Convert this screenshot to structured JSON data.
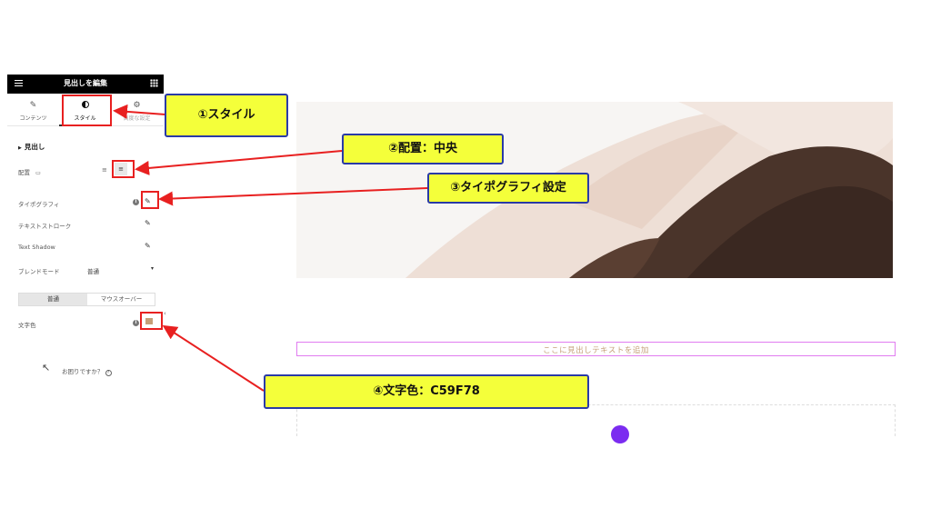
{
  "panel": {
    "title": "見出しを編集",
    "tabs": [
      {
        "label": "コンテンツ",
        "icon": "pencil-icon",
        "active": false
      },
      {
        "label": "スタイル",
        "icon": "half-circle-icon",
        "active": true
      },
      {
        "label": "高度な設定",
        "icon": "gear-icon",
        "active": false
      }
    ],
    "section_title": "見出し",
    "align_label": "配置",
    "typography_label": "タイポグラフィ",
    "text_stroke_label": "テキストストローク",
    "text_shadow_label": "Text Shadow",
    "blend_mode_label": "ブレンドモード",
    "blend_mode_value": "普通",
    "state_tabs": [
      "普通",
      "マウスオーバー"
    ],
    "text_color_label": "文字色",
    "text_color_value": "#C59F78",
    "help_text": "お困りですか？"
  },
  "canvas": {
    "heading_placeholder": "ここに見出しテキストを追加",
    "accent_color": "#7b2cf0"
  },
  "callouts": {
    "style": "①スタイル",
    "align": "②配置：中央",
    "typography": "③タイポグラフィ設定",
    "color": "④文字色：C59F78"
  },
  "colors": {
    "annotation_fill": "#f4ff3a",
    "annotation_border": "#2a3aa6",
    "highlight_red": "#e82020",
    "topbar": "#000000"
  }
}
